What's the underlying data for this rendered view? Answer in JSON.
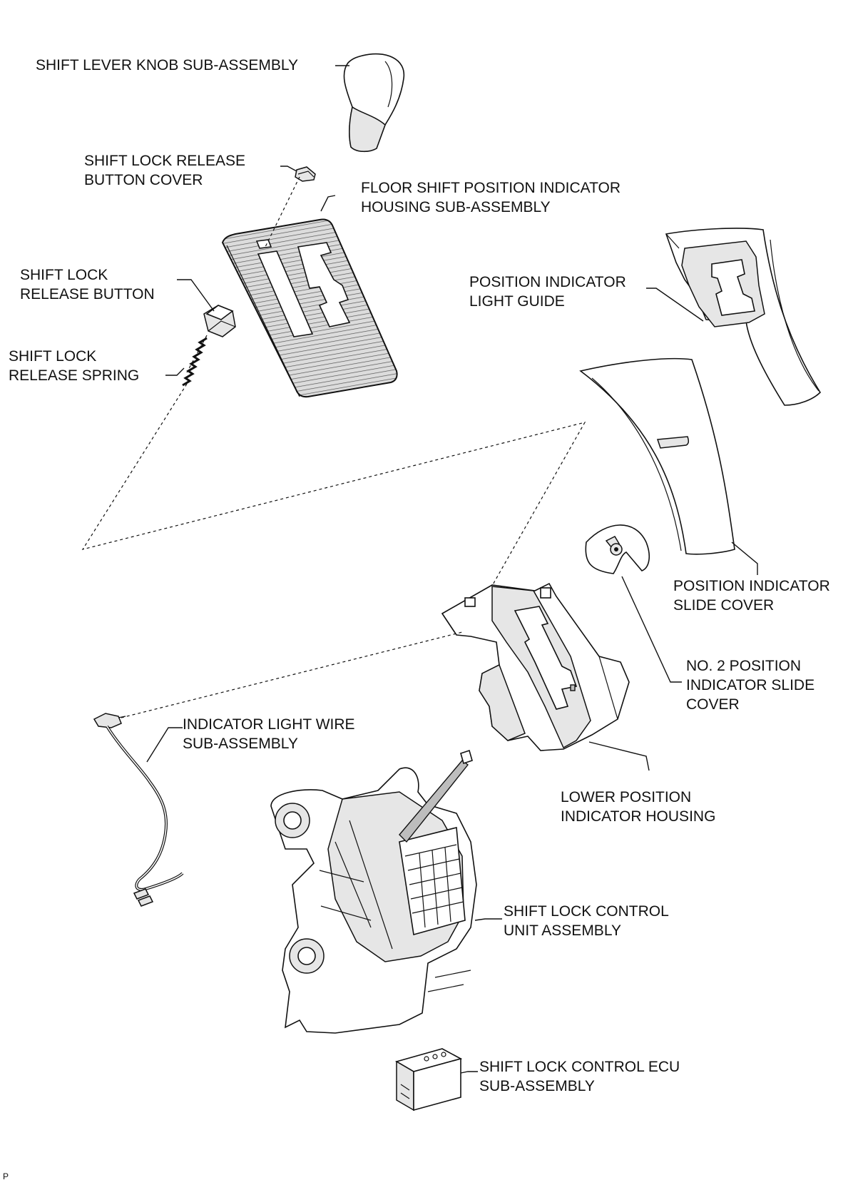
{
  "labels": {
    "knob": [
      "SHIFT LEVER KNOB SUB-ASSEMBLY"
    ],
    "button_cover": [
      "SHIFT LOCK RELEASE",
      "BUTTON COVER"
    ],
    "housing": [
      "FLOOR SHIFT POSITION INDICATOR",
      "HOUSING SUB-ASSEMBLY"
    ],
    "release_button": [
      "SHIFT LOCK",
      "RELEASE BUTTON"
    ],
    "light_guide": [
      "POSITION INDICATOR",
      "LIGHT GUIDE"
    ],
    "release_spring": [
      "SHIFT LOCK",
      "RELEASE SPRING"
    ],
    "slide_cover": [
      "POSITION INDICATOR",
      "SLIDE COVER"
    ],
    "no2_slide_cover": [
      "NO. 2 POSITION",
      "INDICATOR SLIDE",
      "COVER"
    ],
    "light_wire": [
      "INDICATOR LIGHT WIRE",
      "SUB-ASSEMBLY"
    ],
    "lower_housing": [
      "LOWER POSITION",
      "INDICATOR HOUSING"
    ],
    "control_unit": [
      "SHIFT LOCK CONTROL",
      "UNIT ASSEMBLY"
    ],
    "ecu": [
      "SHIFT LOCK CONTROL ECU",
      "SUB-ASSEMBLY"
    ]
  },
  "footer_code": "P"
}
